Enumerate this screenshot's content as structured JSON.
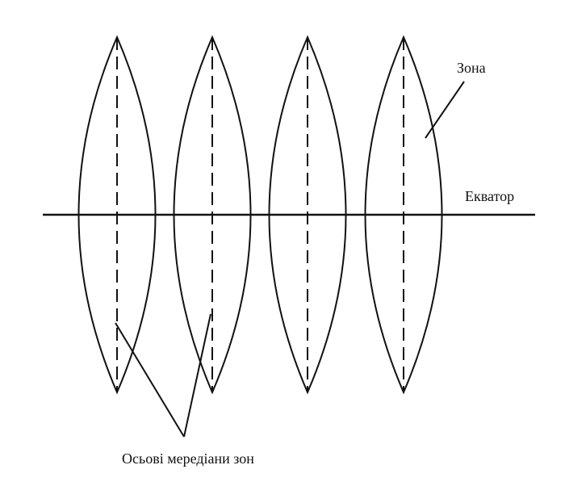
{
  "labels": {
    "zone": "Зона",
    "equator": "Екватор",
    "axial_meridians": "Осьові мередіани зон"
  },
  "zones": [
    {
      "meridian_style": "dashed"
    },
    {
      "meridian_style": "dashed"
    },
    {
      "meridian_style": "dashed"
    },
    {
      "meridian_style": "dashed"
    }
  ],
  "colors": {
    "line": "#111111",
    "background": "#ffffff"
  }
}
